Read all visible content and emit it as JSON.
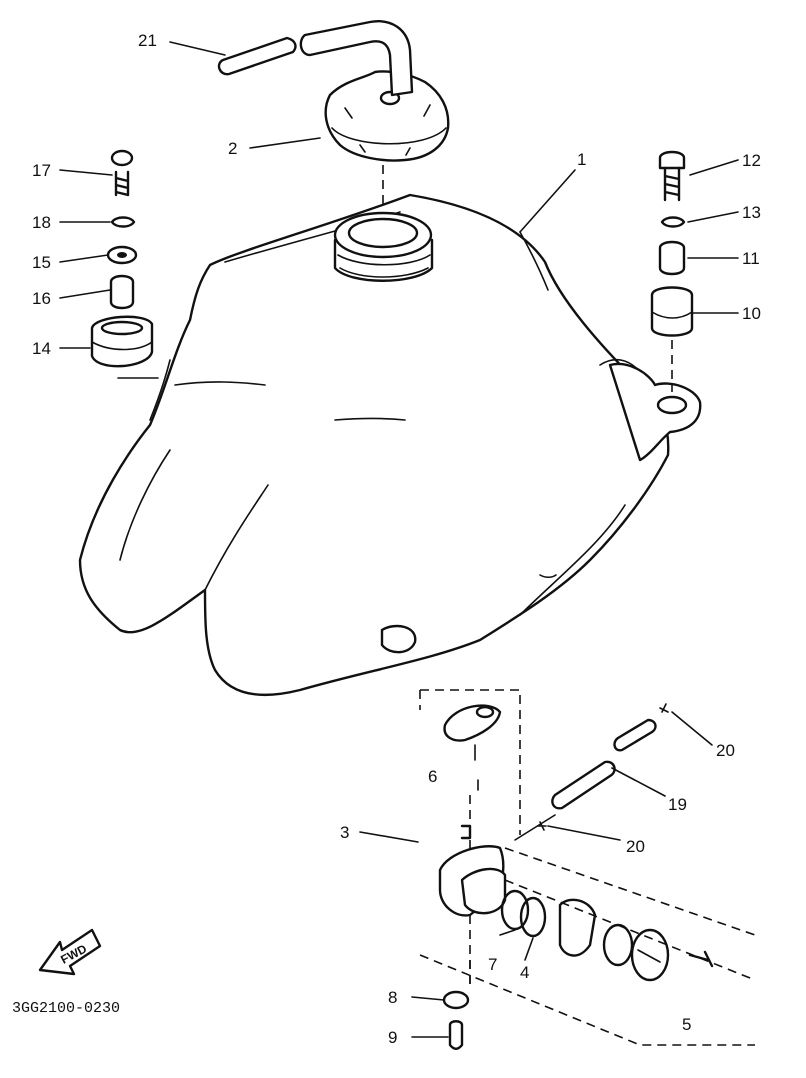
{
  "diagram": {
    "drawing_code": "3GG2100-0230",
    "fwd_label": "FWD",
    "callouts": [
      {
        "id": "c1",
        "text": "1"
      },
      {
        "id": "c2",
        "text": "2"
      },
      {
        "id": "c3",
        "text": "3"
      },
      {
        "id": "c4",
        "text": "4"
      },
      {
        "id": "c5",
        "text": "5"
      },
      {
        "id": "c6",
        "text": "6"
      },
      {
        "id": "c7",
        "text": "7"
      },
      {
        "id": "c8",
        "text": "8"
      },
      {
        "id": "c9",
        "text": "9"
      },
      {
        "id": "c10",
        "text": "10"
      },
      {
        "id": "c11",
        "text": "11"
      },
      {
        "id": "c12",
        "text": "12"
      },
      {
        "id": "c13",
        "text": "13"
      },
      {
        "id": "c14",
        "text": "14"
      },
      {
        "id": "c15",
        "text": "15"
      },
      {
        "id": "c16",
        "text": "16"
      },
      {
        "id": "c17",
        "text": "17"
      },
      {
        "id": "c18",
        "text": "18"
      },
      {
        "id": "c19",
        "text": "19"
      },
      {
        "id": "c20a",
        "text": "20"
      },
      {
        "id": "c20b",
        "text": "20"
      },
      {
        "id": "c21",
        "text": "21"
      }
    ]
  }
}
